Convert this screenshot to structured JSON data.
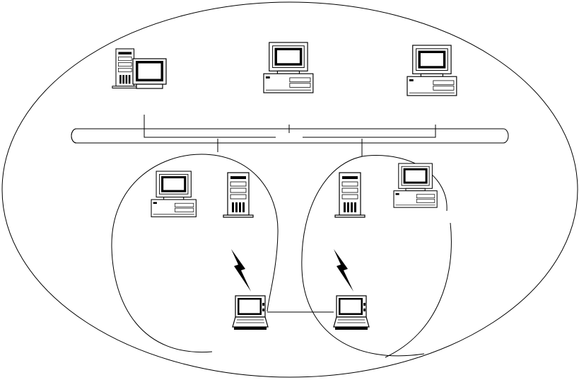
{
  "diagram": {
    "type": "network-topology",
    "colors": {
      "stroke": "#000000",
      "background": "#ffffff"
    },
    "backbone": {
      "icon": "cable-backbone"
    },
    "nodes": [
      {
        "id": "server-top-left",
        "icon": "tower-pc-with-monitor"
      },
      {
        "id": "desktop-top-center",
        "icon": "desktop-computer"
      },
      {
        "id": "desktop-top-right",
        "icon": "desktop-computer"
      },
      {
        "id": "desktop-cell-left",
        "icon": "desktop-computer"
      },
      {
        "id": "tower-cell-left",
        "icon": "tower-server"
      },
      {
        "id": "tower-cell-right",
        "icon": "tower-server"
      },
      {
        "id": "desktop-cell-right",
        "icon": "desktop-computer"
      },
      {
        "id": "laptop-left",
        "icon": "laptop"
      },
      {
        "id": "laptop-right",
        "icon": "laptop"
      }
    ],
    "wireless_links": [
      {
        "id": "wireless-left",
        "icon": "lightning-bolt"
      },
      {
        "id": "wireless-right",
        "icon": "lightning-bolt"
      }
    ]
  }
}
